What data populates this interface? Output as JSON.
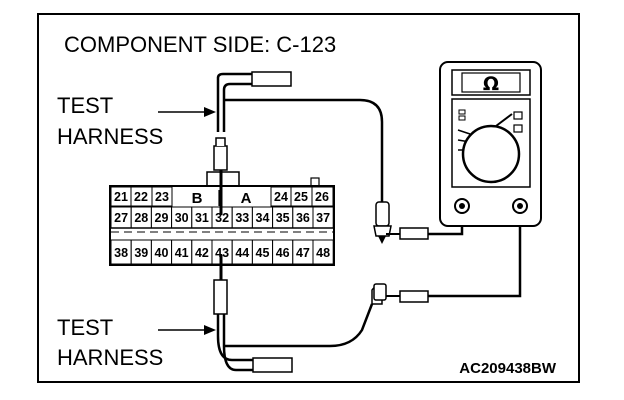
{
  "title": "COMPONENT SIDE: C-123",
  "labels": {
    "test_harness_top": [
      "TEST",
      "HARNESS"
    ],
    "test_harness_bottom": [
      "TEST",
      "HARNESS"
    ]
  },
  "connector": {
    "row1_left": [
      "21",
      "22",
      "23"
    ],
    "group_b": "B",
    "group_a": "A",
    "row1_right": [
      "24",
      "25",
      "26"
    ],
    "row2": [
      "27",
      "28",
      "29",
      "30",
      "31",
      "32",
      "33",
      "34",
      "35",
      "36",
      "37"
    ],
    "row3": [
      "38",
      "39",
      "40",
      "41",
      "42",
      "43",
      "44",
      "45",
      "46",
      "47",
      "48"
    ]
  },
  "meter": {
    "symbol": "Ω"
  },
  "figure_code": "AC209438BW"
}
